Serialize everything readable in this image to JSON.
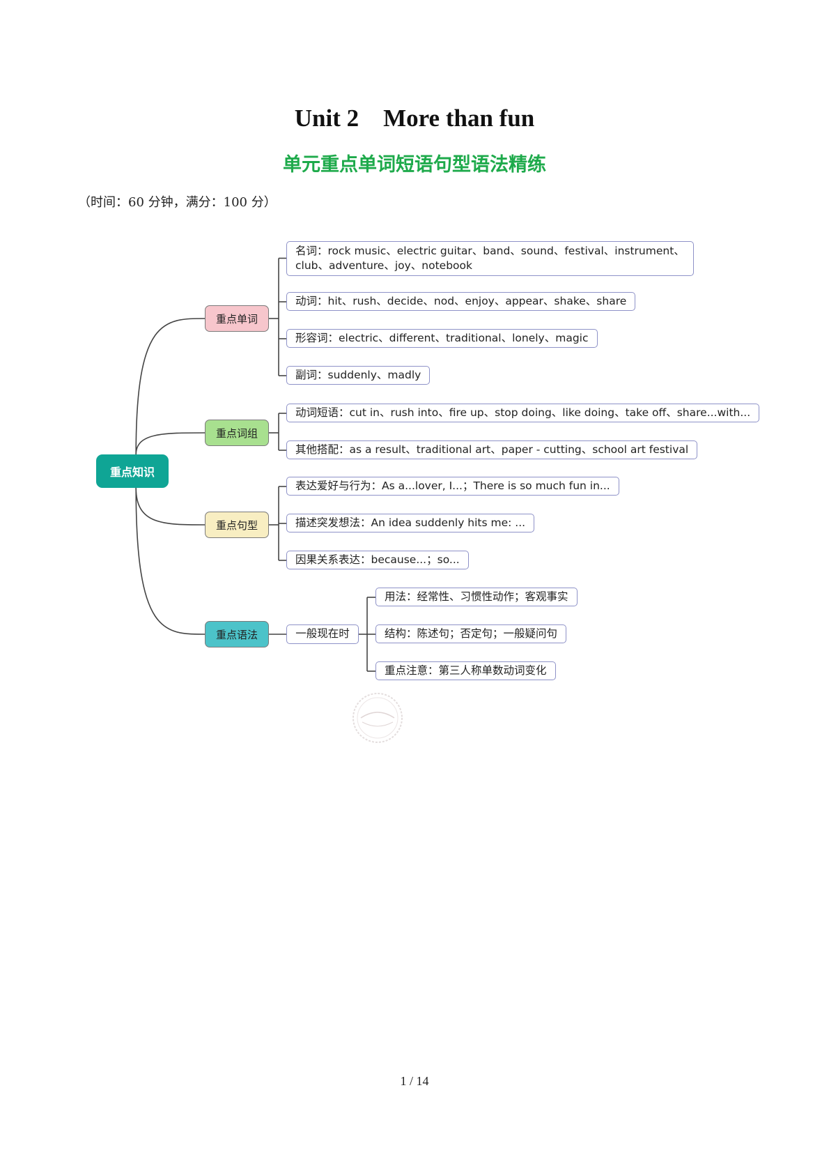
{
  "document": {
    "title": "Unit 2    More than fun",
    "subtitle": "单元重点单词短语句型语法精练",
    "time_info": "（时间：60 分钟，满分：100 分）",
    "page_number": "1 / 14"
  },
  "mindmap": {
    "root": "重点知识",
    "categories": [
      {
        "label": "重点单词",
        "color": "#f7c6cc",
        "items": [
          [
            "名词：rock music、electric guitar、band、sound、festival、instrument、",
            "club、adventure、joy、notebook"
          ],
          [
            "动词：hit、rush、decide、nod、enjoy、appear、shake、share"
          ],
          [
            "形容词：electric、different、traditional、lonely、magic"
          ],
          [
            "副词：suddenly、madly"
          ]
        ]
      },
      {
        "label": "重点词组",
        "color": "#a8e08f",
        "items": [
          [
            "动词短语：cut in、rush into、fire up、stop doing、like doing、take off、share...with..."
          ],
          [
            "其他搭配：as a result、traditional art、paper - cutting、school art festival"
          ]
        ]
      },
      {
        "label": "重点句型",
        "color": "#f8eec2",
        "items": [
          [
            "表达爱好与行为：As a...lover, I...；There is so much fun in..."
          ],
          [
            "描述突发想法：An idea suddenly hits me: ..."
          ],
          [
            "因果关系表达：because...；so..."
          ]
        ]
      },
      {
        "label": "重点语法",
        "color": "#4cc3c9",
        "sub": "一般现在时",
        "items": [
          [
            "用法：经常性、习惯性动作；客观事实"
          ],
          [
            "结构：陈述句；否定句；一般疑问句"
          ],
          [
            "重点注意：第三人称单数动词变化"
          ]
        ]
      }
    ]
  }
}
